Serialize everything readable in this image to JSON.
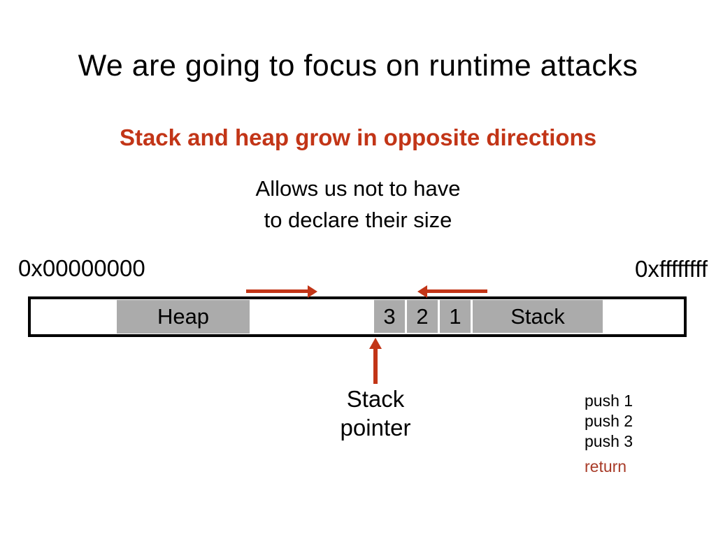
{
  "title": "We are going to focus on runtime attacks",
  "subtitle": "Stack and heap grow in opposite directions",
  "note": {
    "line1": "Allows us not to have",
    "line2": "to declare their size"
  },
  "addresses": {
    "low": "0x00000000",
    "high": "0xffffffff"
  },
  "memory_bar": {
    "heap_label": "Heap",
    "stack_label": "Stack",
    "cells": [
      "3",
      "2",
      "1"
    ]
  },
  "arrows": {
    "heap_growth_direction": "right",
    "stack_growth_direction": "left",
    "stack_pointer_direction": "up"
  },
  "stack_pointer": {
    "line1": "Stack",
    "line2": "pointer"
  },
  "operations": {
    "pushes": [
      "push 1",
      "push 2",
      "push 3"
    ],
    "return_label": "return"
  },
  "colors": {
    "accent_red": "#c23517",
    "return_red": "#a83b28",
    "box_gray": "#ababab",
    "text_black": "#000000",
    "background": "#ffffff"
  }
}
